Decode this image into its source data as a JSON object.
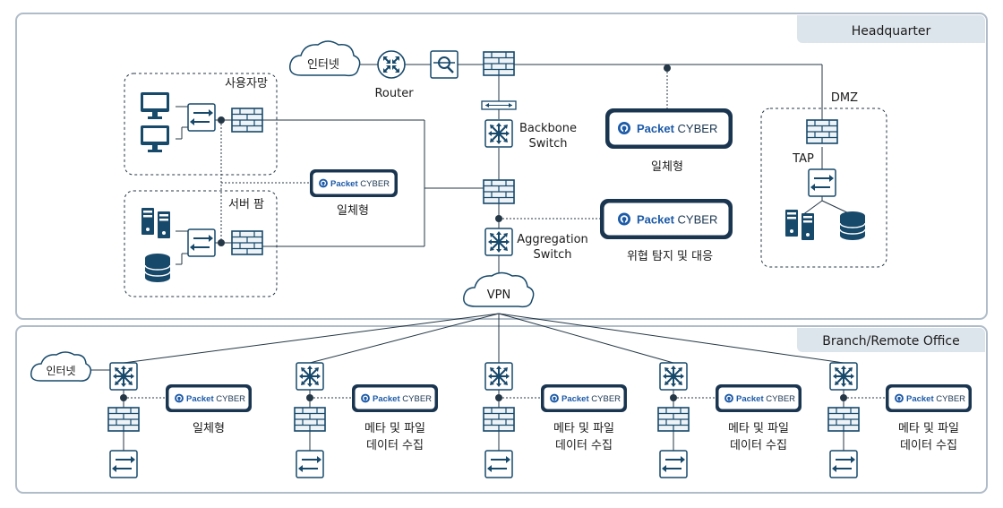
{
  "sections": {
    "headquarter": "Headquarter",
    "branch": "Branch/Remote Office"
  },
  "hq": {
    "internet": "인터넷",
    "router": "Router",
    "user_network": "사용자망",
    "server_farm": "서버 팜",
    "backbone_switch": [
      "Backbone",
      "Switch"
    ],
    "aggregation_switch": [
      "Aggregation",
      "Switch"
    ],
    "vpn": "VPN",
    "dmz": "DMZ",
    "tap": "TAP",
    "appliance_main_caption": "일체형",
    "appliance_left_caption": "일체형",
    "appliance_threat_caption": "위협 탐지 및 대응"
  },
  "brand": {
    "name_part1": "Packet",
    "name_part2": "CYBER",
    "color": "#1c5aa8",
    "frame_color": "#1a3550"
  },
  "branch": {
    "internet": "인터넷",
    "sites": [
      {
        "caption": [
          "일체형"
        ]
      },
      {
        "caption": [
          "메타 및 파일",
          "데이터 수집"
        ]
      },
      {
        "caption": [
          "메타 및 파일",
          "데이터 수집"
        ]
      },
      {
        "caption": [
          "메타 및 파일",
          "데이터 수집"
        ]
      },
      {
        "caption": [
          "메타 및 파일",
          "데이터 수집"
        ]
      }
    ]
  },
  "colors": {
    "device": "#17496b",
    "device_light": "#eef3f7",
    "panel_border": "#b0bcc8",
    "title_bg": "#dde5ec",
    "line": "#243746"
  },
  "icons": [
    "cloud-icon",
    "router-icon",
    "analyzer-icon",
    "firewall-icon",
    "switch-icon",
    "core-switch-icon",
    "monitor-icon",
    "server-icon",
    "database-icon",
    "packet-cyber-logo"
  ]
}
